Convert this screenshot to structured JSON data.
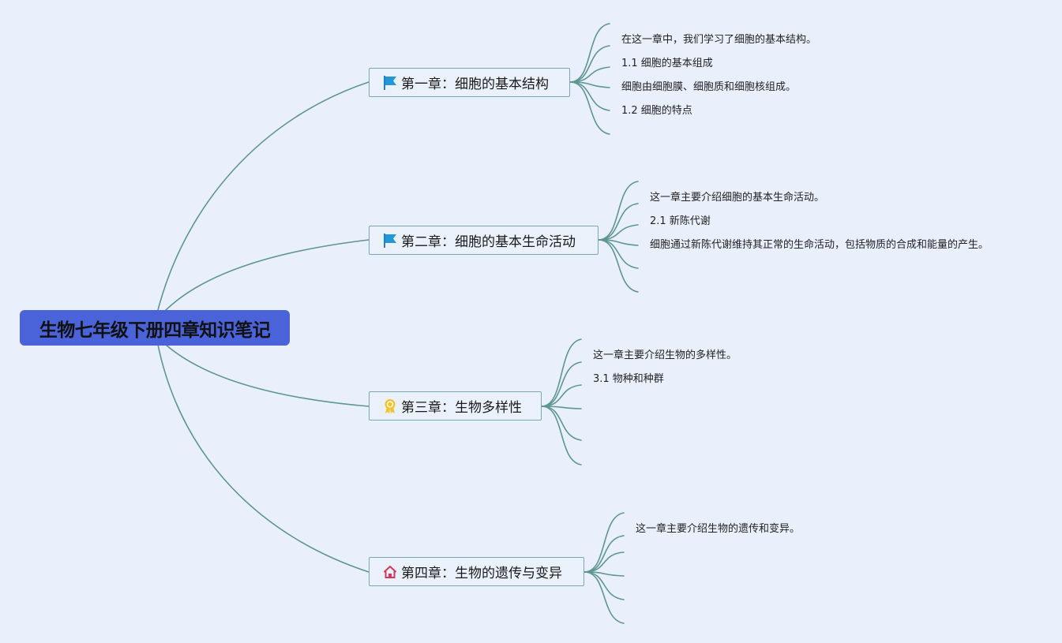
{
  "root": {
    "title": "生物七年级下册四章知识笔记"
  },
  "chapters": [
    {
      "title": "第一章：细胞的基本结构",
      "icon": "blue-flag-icon",
      "notes": [
        "在这一章中，我们学习了细胞的基本结构。",
        "1.1 细胞的基本组成",
        "细胞由细胞膜、细胞质和细胞核组成。",
        "1.2 细胞的特点"
      ]
    },
    {
      "title": "第二章：细胞的基本生命活动",
      "icon": "blue-flag-icon",
      "notes": [
        "这一章主要介绍细胞的基本生命活动。",
        "2.1 新陈代谢",
        "细胞通过新陈代谢维持其正常的生命活动，包括物质的合成和能量的产生。"
      ]
    },
    {
      "title": "第三章：生物多样性",
      "icon": "award-ribbon-icon",
      "notes": [
        "这一章主要介绍生物的多样性。",
        "3.1 物种和种群"
      ]
    },
    {
      "title": "第四章：生物的遗传与变异",
      "icon": "home-icon",
      "notes": [
        "这一章主要介绍生物的遗传和变异。"
      ]
    }
  ],
  "colors": {
    "background": "#e9effb",
    "root_fill": "#4b63d8",
    "connector": "#5e9691",
    "topic_border": "#7aa7b0",
    "flag": "#2596d6",
    "award": "#f2c230",
    "home": "#d23a5a"
  }
}
